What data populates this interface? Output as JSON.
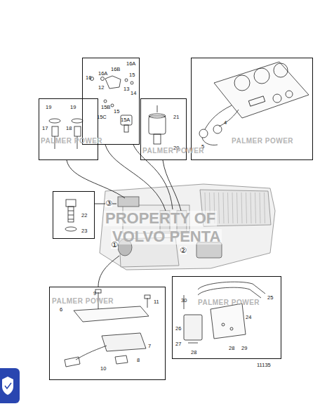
{
  "diagram": {
    "nodes": [
      {
        "text": [
          "16A",
          "16",
          "16A",
          "16B",
          "12",
          "15",
          "13",
          "14",
          "15B",
          "15",
          "15A",
          "15C"
        ]
      },
      {
        "text": [
          "19",
          "19",
          "17",
          "18"
        ]
      },
      {
        "text": [
          "21",
          "20"
        ]
      },
      {
        "text": [
          "4",
          "5"
        ]
      },
      {
        "text": [
          "22",
          "23"
        ]
      },
      {
        "text": [
          "9",
          "11",
          "6",
          "7",
          "8",
          "10"
        ]
      },
      {
        "text": [
          "30",
          "25",
          "24",
          "26",
          "27",
          "28",
          "28",
          "29"
        ]
      }
    ],
    "labels": [
      "PALMER POWER",
      "PALMER POWER",
      "PALMER POWER",
      "PALMER POWER",
      "PALMER POWER",
      "PROPERTY OF",
      "VOLVO PENTA",
      "③",
      "①",
      "②",
      "11135"
    ]
  }
}
